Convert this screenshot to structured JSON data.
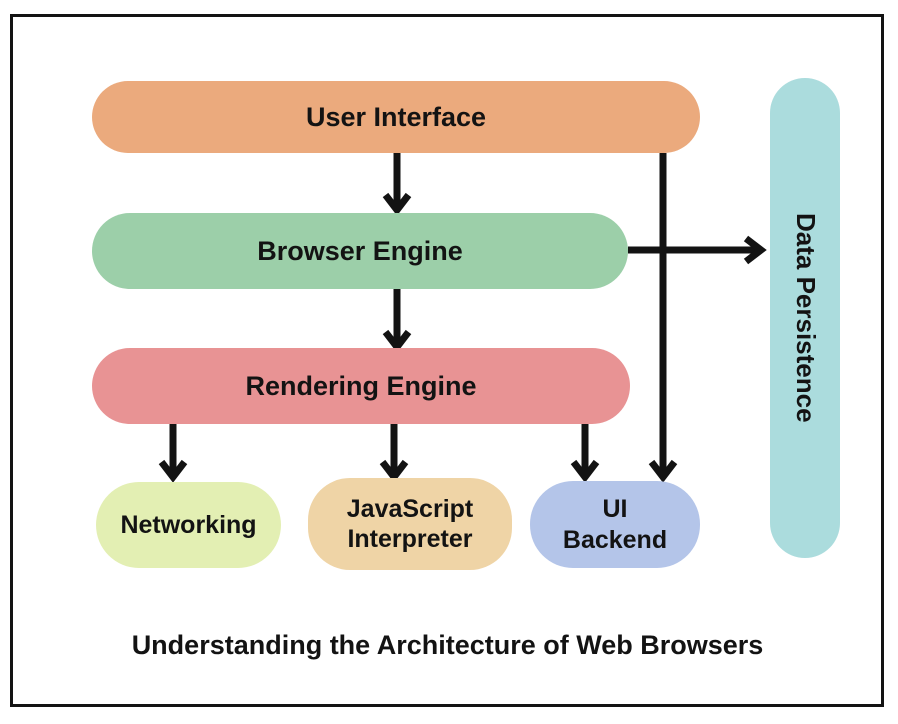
{
  "diagram": {
    "caption": "Understanding the Architecture of Web Browsers",
    "colors": {
      "arrow": "#131313",
      "border": "#131313",
      "text": "#131313",
      "background": "#ffffff"
    },
    "nodes": [
      {
        "id": "user-interface",
        "label": "User Interface",
        "color": "#ebaa7d"
      },
      {
        "id": "browser-engine",
        "label": "Browser Engine",
        "color": "#9ccfa9"
      },
      {
        "id": "rendering-engine",
        "label": "Rendering Engine",
        "color": "#e89394"
      },
      {
        "id": "networking",
        "label": "Networking",
        "color": "#e3efb3"
      },
      {
        "id": "javascript-interpreter",
        "label": "JavaScript Interpreter",
        "color": "#efd4a6"
      },
      {
        "id": "ui-backend",
        "label": "UI Backend",
        "color": "#b4c5e9"
      },
      {
        "id": "data-persistence",
        "label": "Data Persistence",
        "color": "#abdcdd"
      }
    ],
    "edges": [
      {
        "from": "User Interface",
        "to": "Browser Engine"
      },
      {
        "from": "Browser Engine",
        "to": "Rendering Engine"
      },
      {
        "from": "Rendering Engine",
        "to": "Networking"
      },
      {
        "from": "Rendering Engine",
        "to": "JavaScript Interpreter"
      },
      {
        "from": "Rendering Engine",
        "to": "UI Backend"
      },
      {
        "from": "User Interface",
        "to": "UI Backend"
      },
      {
        "from": "Browser Engine",
        "to": "Data Persistence"
      }
    ]
  }
}
